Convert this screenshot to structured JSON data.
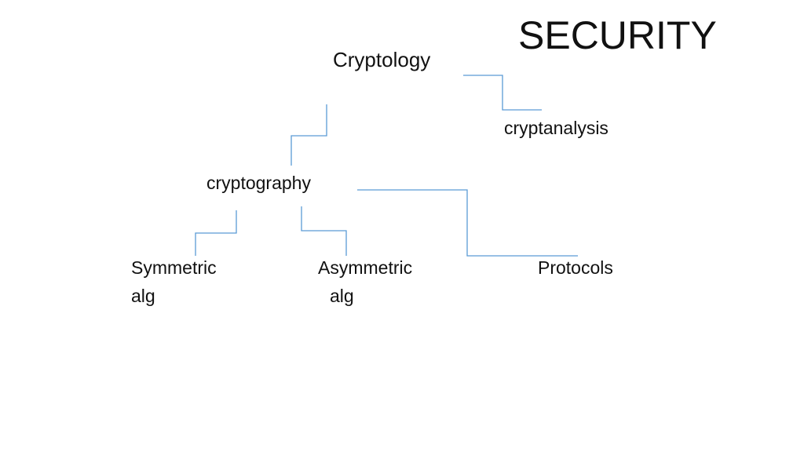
{
  "title": "SECURITY",
  "nodes": {
    "cryptology": "Cryptology",
    "cryptanalysis": "cryptanalysis",
    "cryptography": "cryptography",
    "symmetric_line1": "Symmetric",
    "symmetric_line2": "alg",
    "asymmetric_line1": "Asymmetric",
    "asymmetric_line2": "alg",
    "protocols": "Protocols"
  },
  "colors": {
    "connector": "#5b9bd5",
    "text": "#111111",
    "background": "#ffffff"
  }
}
